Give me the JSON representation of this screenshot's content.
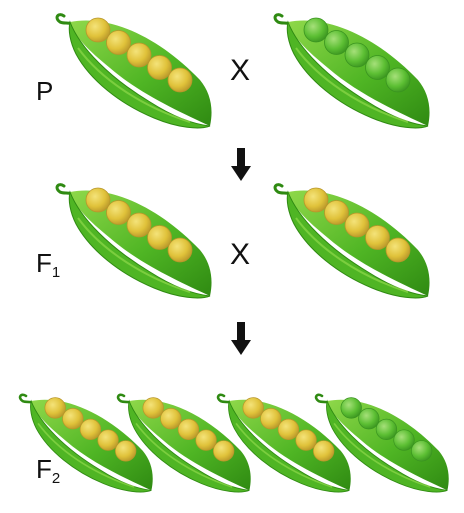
{
  "colors": {
    "pod_dark": "#2f8a12",
    "pod_mid": "#4fb524",
    "pod_light": "#8fd84a",
    "yellow_pea": "#e0c23a",
    "green_pea": "#5cbf33",
    "text": "#111111"
  },
  "generations": [
    {
      "label": "P",
      "subscript": "",
      "pods": [
        {
          "pea_color": "yellow"
        },
        {
          "pea_color": "green"
        }
      ],
      "cross": "X"
    },
    {
      "label": "F",
      "subscript": "1",
      "pods": [
        {
          "pea_color": "yellow"
        },
        {
          "pea_color": "yellow"
        }
      ],
      "cross": "X"
    },
    {
      "label": "F",
      "subscript": "2",
      "pods": [
        {
          "pea_color": "yellow"
        },
        {
          "pea_color": "yellow"
        },
        {
          "pea_color": "yellow"
        },
        {
          "pea_color": "green"
        }
      ],
      "cross": ""
    }
  ],
  "arrows": [
    "down-arrow-icon",
    "down-arrow-icon"
  ]
}
